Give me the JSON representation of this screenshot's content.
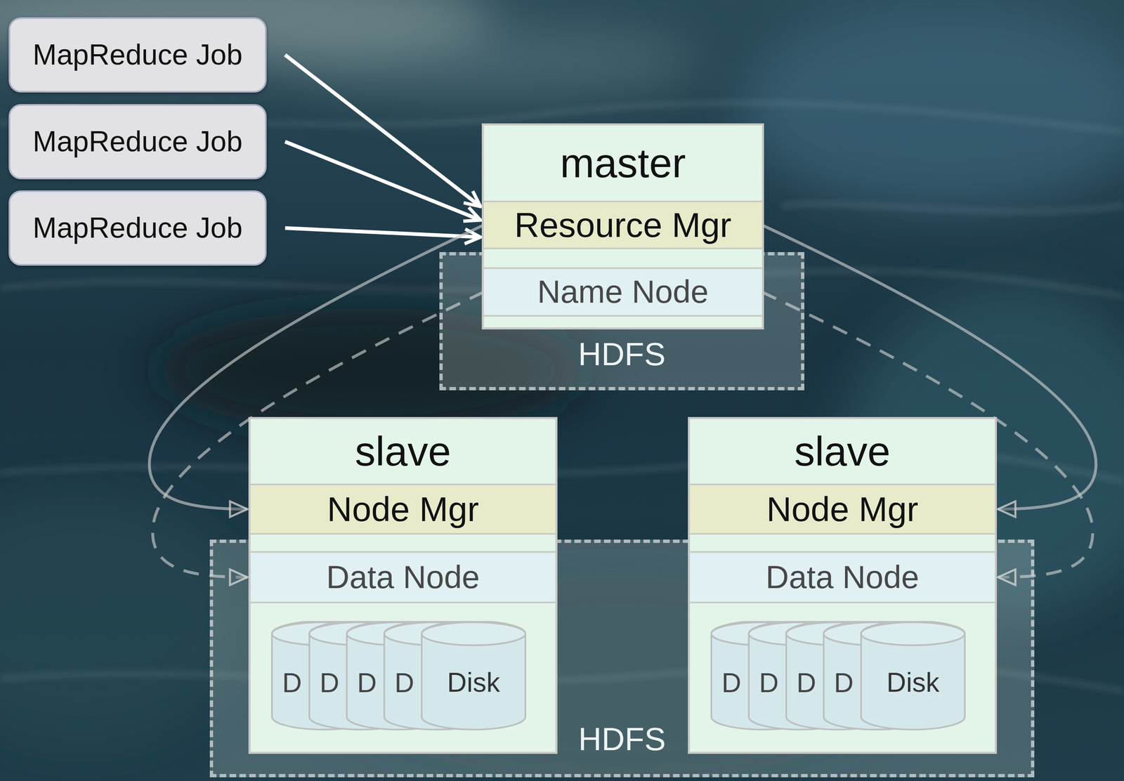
{
  "diagram": {
    "nodes": [
      {
        "text": [
          "MapReduce Job"
        ]
      },
      {
        "text": [
          "MapReduce Job"
        ]
      },
      {
        "text": [
          "MapReduce Job"
        ]
      },
      {
        "text": [
          "master"
        ]
      },
      {
        "text": [
          "Resource Mgr"
        ],
        "in": 3
      },
      {
        "text": [
          "Name Node"
        ],
        "in": 3
      },
      {
        "text": [
          "HDFS"
        ]
      },
      {
        "text": [
          "slave"
        ]
      },
      {
        "text": [
          "Node Mgr"
        ],
        "in": 7
      },
      {
        "text": [
          "Data Node"
        ],
        "in": 7
      },
      {
        "text": [
          "Disk"
        ],
        "in": 7
      },
      {
        "text": [
          "slave"
        ]
      },
      {
        "text": [
          "Node Mgr"
        ],
        "in": 11
      },
      {
        "text": [
          "Data Node"
        ],
        "in": 11
      },
      {
        "text": [
          "Disk"
        ],
        "in": 11
      },
      {
        "text": [
          "HDFS"
        ]
      }
    ],
    "edges": [
      {
        "from": 0,
        "to": 4,
        "arrow": "to"
      },
      {
        "from": 1,
        "to": 4,
        "arrow": "to"
      },
      {
        "from": 2,
        "to": 4,
        "arrow": "to"
      },
      {
        "from": 4,
        "to": 8,
        "arrow": "to"
      },
      {
        "from": 4,
        "to": 12,
        "arrow": "to"
      },
      {
        "from": 5,
        "to": 9,
        "arrow": "to"
      },
      {
        "from": 5,
        "to": 13,
        "arrow": "to"
      }
    ],
    "labels": [
      "D",
      "D",
      "D",
      "D",
      "D",
      "D",
      "D",
      "D"
    ]
  }
}
